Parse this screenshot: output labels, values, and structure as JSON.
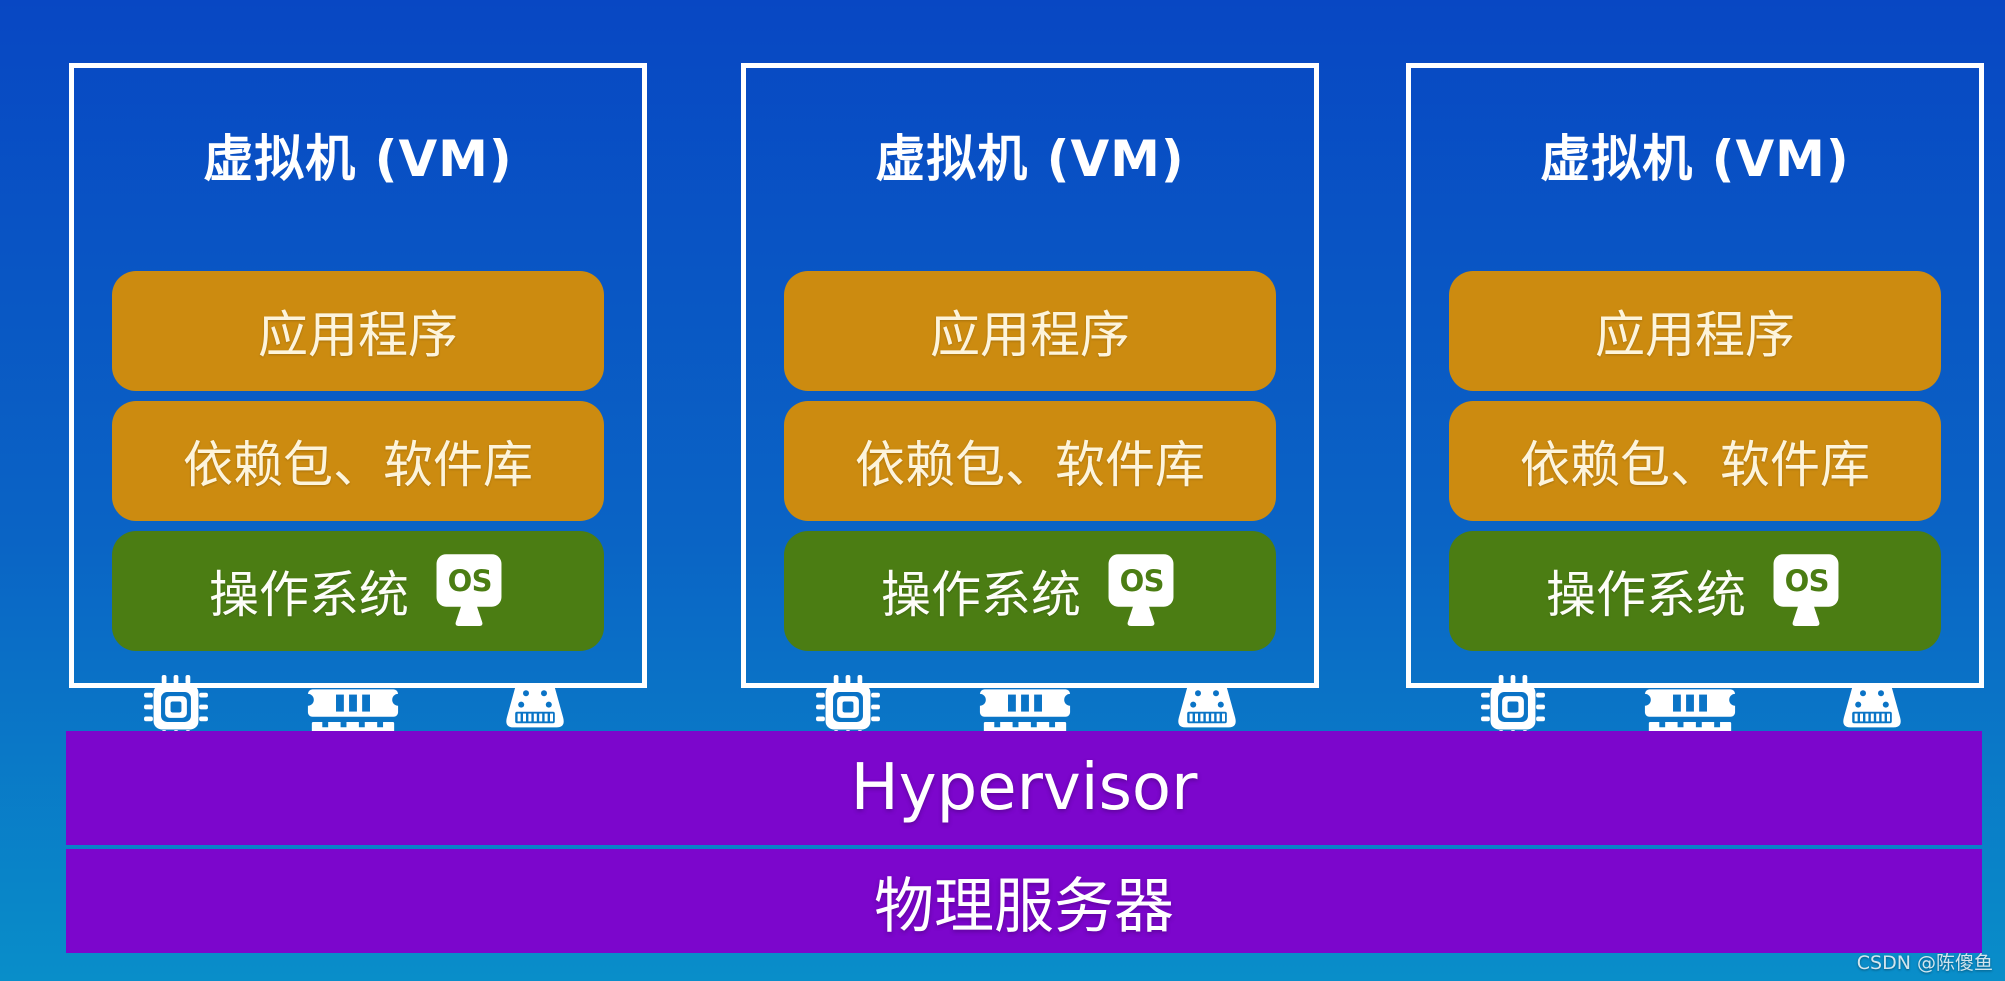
{
  "diagram": {
    "vm_card": {
      "title": "虚拟机 (VM)",
      "layers": [
        {
          "label": "应用程序"
        },
        {
          "label": "依赖包、软件库"
        },
        {
          "label": "操作系统",
          "badge": "OS"
        }
      ],
      "hardware_icons": [
        "cpu-chip",
        "memory-module",
        "storage-drive"
      ]
    },
    "vm_count": 3,
    "hypervisor_label": "Hypervisor",
    "physical_server_label": "物理服务器",
    "watermark": "CSDN @陈傻鱼",
    "colors": {
      "background_top": "#0847c3",
      "background_bottom": "#098ec9",
      "vm_border": "#ffffff",
      "layer_orange": "#cc8b10",
      "layer_orange_text": "#fdf4dc",
      "layer_green": "#4b7d13",
      "bar_purple": "#7c06cc",
      "text_white": "#ffffff"
    }
  }
}
